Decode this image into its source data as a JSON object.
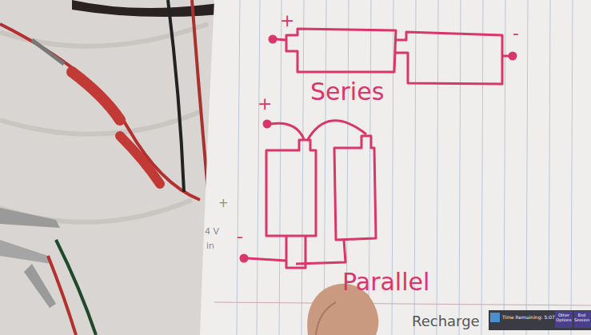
{
  "diagram": {
    "labels": [
      "+",
      "-",
      "Series",
      "+",
      "-",
      "Parallel",
      "+",
      "4 V",
      "in",
      "Recharge",
      "Time Remaining: 5:07",
      "Other Options",
      "End Session"
    ]
  }
}
